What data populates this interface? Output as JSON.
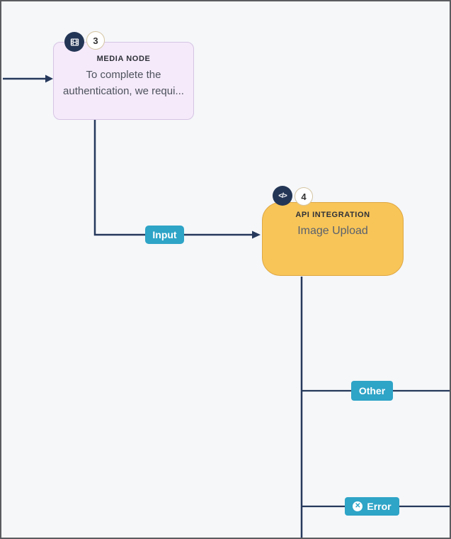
{
  "canvas": {
    "background_color": "#f5f7f9",
    "frame_border_color": "#5a5c5f",
    "wire_color": "#26395c"
  },
  "nodes": [
    {
      "id": "media-node",
      "type_label": "MEDIA NODE",
      "body": "To complete the authentication, we requi...",
      "badge": "3",
      "icon": "film-icon",
      "fill": "#f5eafa",
      "border": "#d6c4e4"
    },
    {
      "id": "api-integration-node",
      "type_label": "API INTEGRATION",
      "body": "Image Upload",
      "badge": "4",
      "icon": "code-icon",
      "icon_glyph": "</>",
      "fill": "#f8c558",
      "border": "#dfa743"
    }
  ],
  "edge_labels": [
    {
      "id": "input",
      "text": "Input",
      "color": "#2ea4c7"
    },
    {
      "id": "other",
      "text": "Other",
      "color": "#2ea4c7"
    },
    {
      "id": "error",
      "text": "Error",
      "color": "#2ea4c7",
      "icon": "error-x-icon",
      "icon_glyph": "✕"
    }
  ]
}
